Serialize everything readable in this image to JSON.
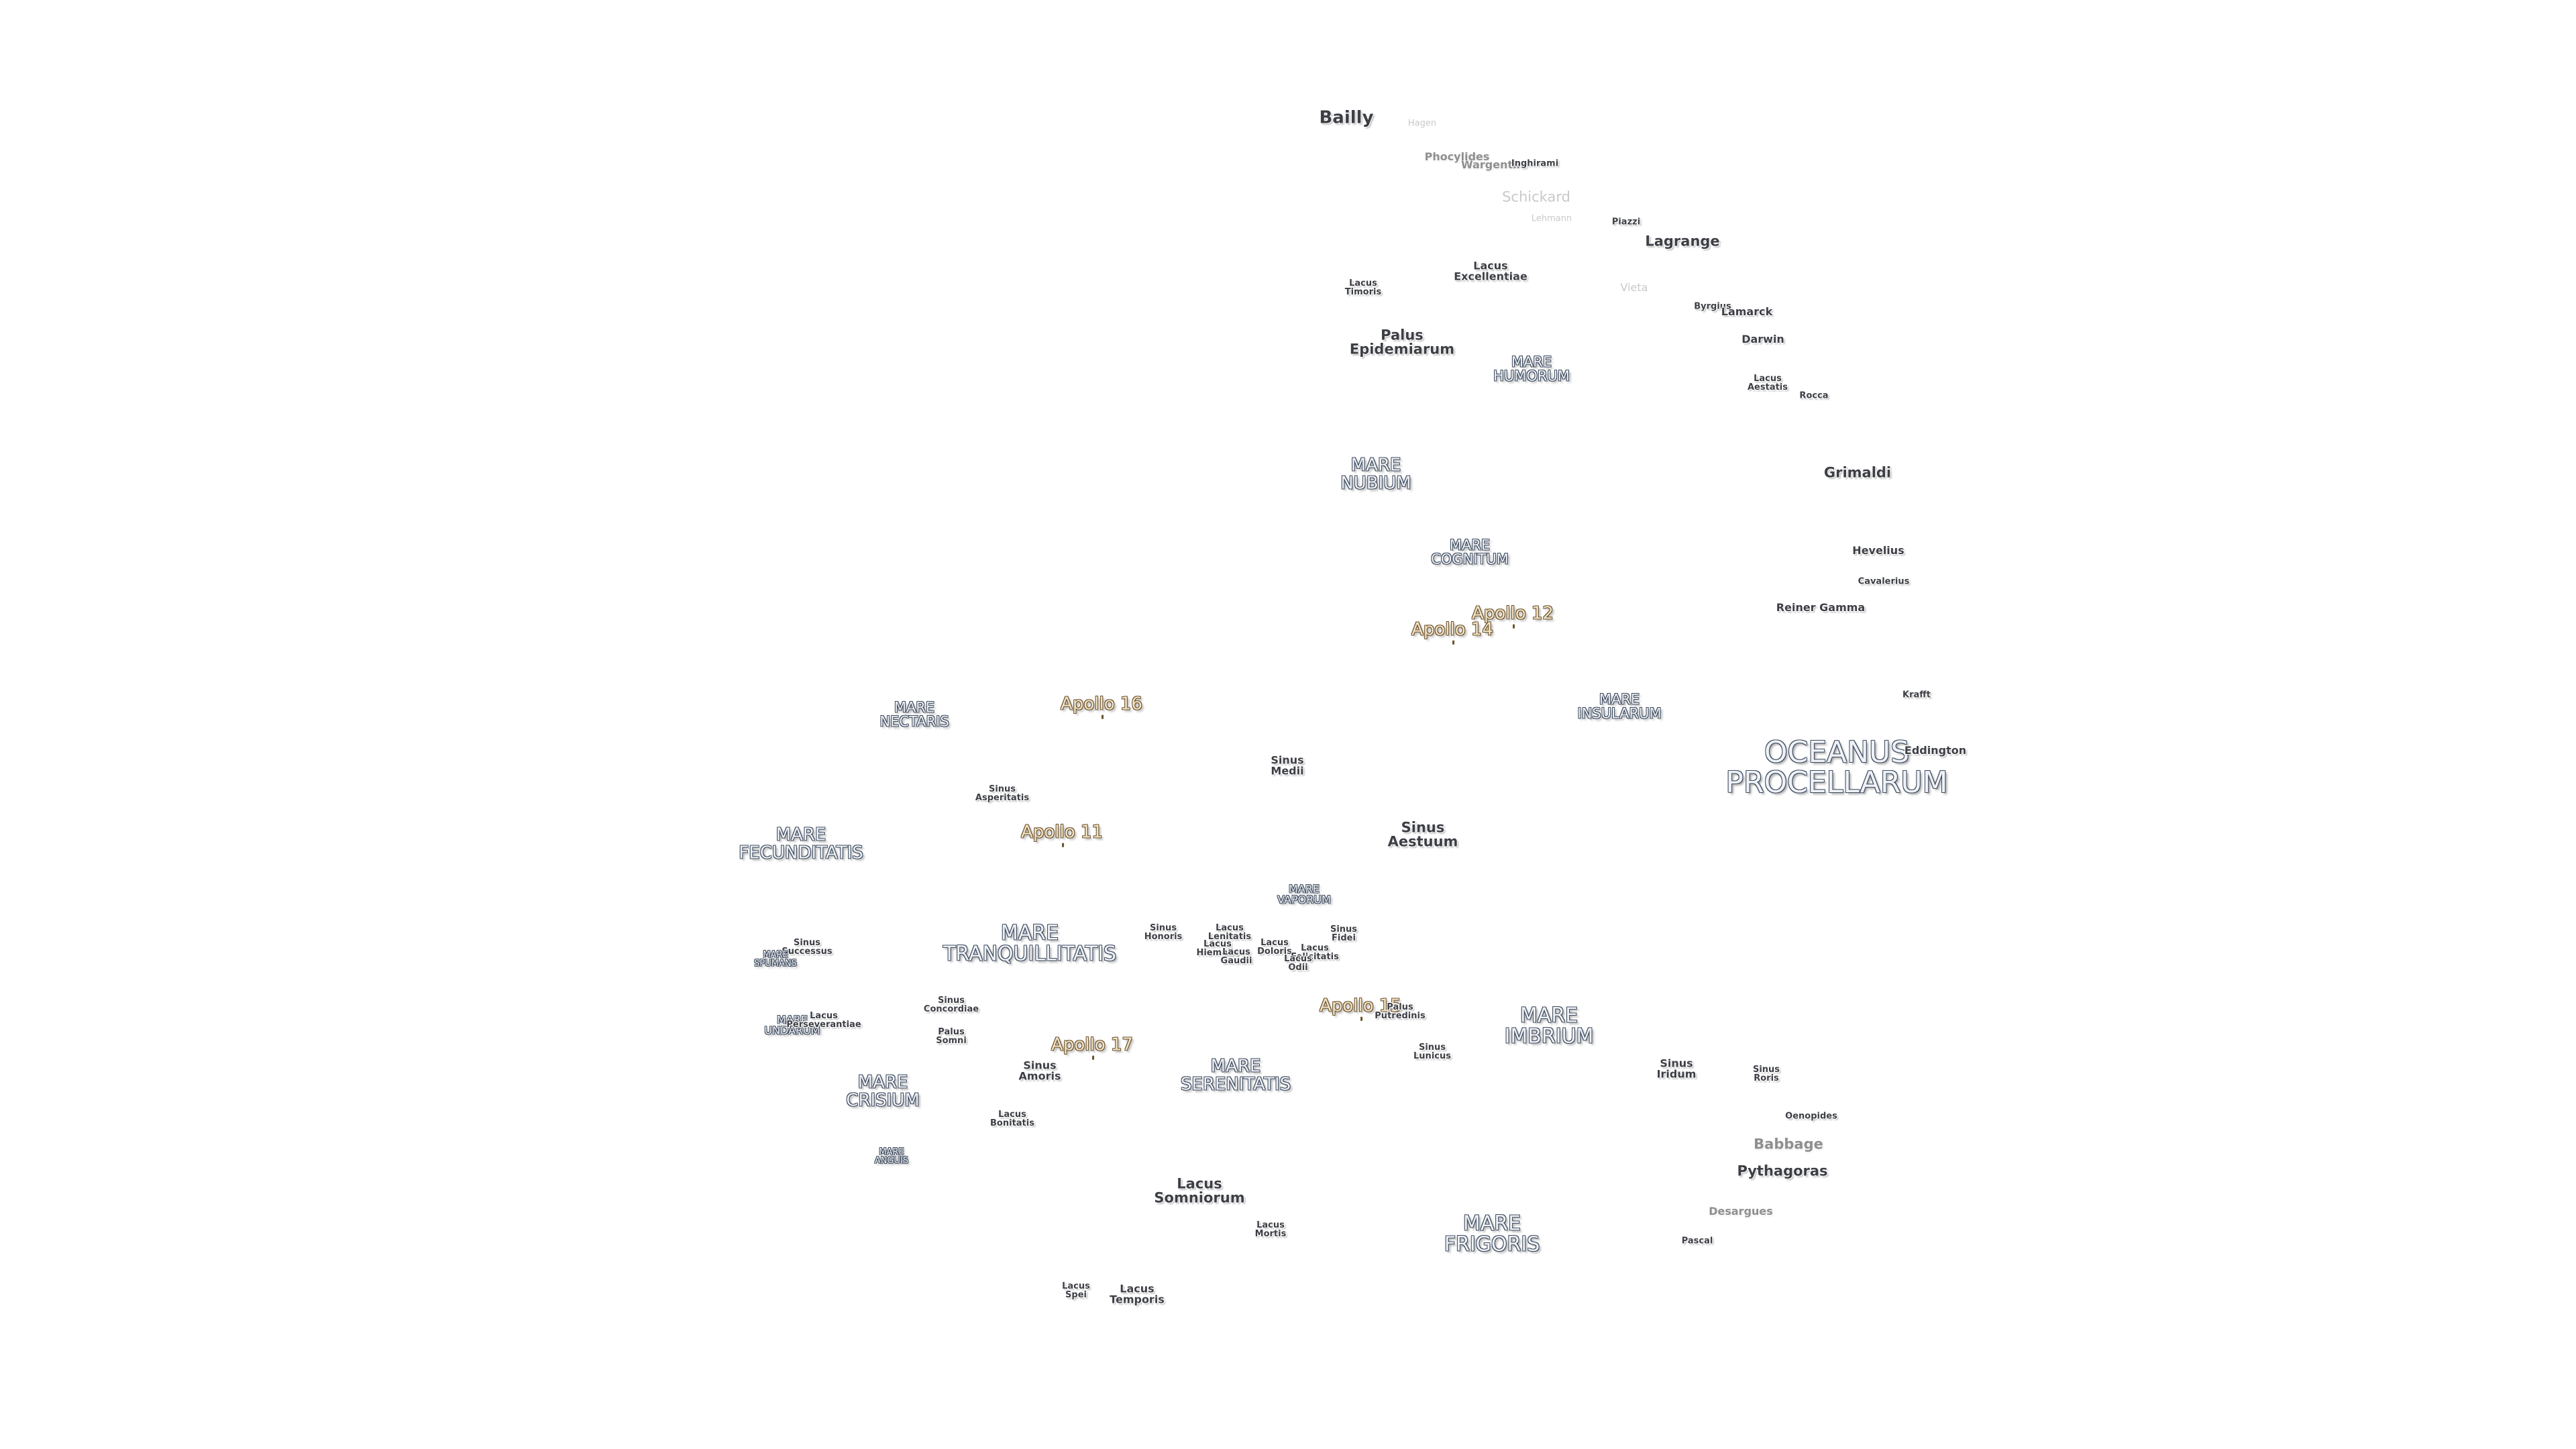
{
  "features": [
    {
      "id": "bailly",
      "text": "Bailly",
      "type": "crater",
      "size": "lg"
    },
    {
      "id": "hagen",
      "text": "Hagen",
      "type": "faint",
      "size": "xs"
    },
    {
      "id": "phocylides",
      "text": "Phocylides",
      "type": "semi",
      "size": "sm"
    },
    {
      "id": "wargentin",
      "text": "Wargentin",
      "type": "semi",
      "size": "sm"
    },
    {
      "id": "inghirami",
      "text": "Inghirami",
      "type": "crater",
      "size": "xs"
    },
    {
      "id": "schickard",
      "text": "Schickard",
      "type": "faint",
      "size": "md"
    },
    {
      "id": "lehmann",
      "text": "Lehmann",
      "type": "faint",
      "size": "xs"
    },
    {
      "id": "piazzi",
      "text": "Piazzi",
      "type": "crater",
      "size": "xs"
    },
    {
      "id": "lagrange",
      "text": "Lagrange",
      "type": "crater",
      "size": "md"
    },
    {
      "id": "lacus-timoris",
      "text": "Lacus\nTimoris",
      "type": "crater",
      "size": "xs"
    },
    {
      "id": "lacus-excellentiae",
      "text": "Lacus\nExcellentiae",
      "type": "crater",
      "size": "sm"
    },
    {
      "id": "vieta",
      "text": "Vieta",
      "type": "faint",
      "size": "sm"
    },
    {
      "id": "byrgius",
      "text": "Byrgius",
      "type": "crater",
      "size": "xs"
    },
    {
      "id": "lamarck",
      "text": "Lamarck",
      "type": "crater",
      "size": "sm"
    },
    {
      "id": "palus-epidemiarum",
      "text": "Palus\nEpidemiarum",
      "type": "crater",
      "size": "md"
    },
    {
      "id": "mare-humorum",
      "text": "MARE\nHUMORUM",
      "type": "mare",
      "size": "md"
    },
    {
      "id": "darwin",
      "text": "Darwin",
      "type": "crater",
      "size": "sm"
    },
    {
      "id": "lacus-aestatis",
      "text": "Lacus\nAestatis",
      "type": "crater",
      "size": "xs"
    },
    {
      "id": "rocca",
      "text": "Rocca",
      "type": "crater",
      "size": "xs"
    },
    {
      "id": "mare-nubium",
      "text": "MARE\nNUBIUM",
      "type": "mare",
      "size": "lg"
    },
    {
      "id": "grimaldi",
      "text": "Grimaldi",
      "type": "crater",
      "size": "md"
    },
    {
      "id": "mare-cognitum",
      "text": "MARE\nCOGNITUM",
      "type": "mare",
      "size": "md"
    },
    {
      "id": "hevelius",
      "text": "Hevelius",
      "type": "crater",
      "size": "sm"
    },
    {
      "id": "cavalerius",
      "text": "Cavalerius",
      "type": "crater",
      "size": "xs"
    },
    {
      "id": "apollo-12",
      "text": "Apollo 12",
      "type": "apollo",
      "size": "lg"
    },
    {
      "id": "reiner-gamma",
      "text": "Reiner Gamma",
      "type": "crater",
      "size": "sm"
    },
    {
      "id": "apollo-14",
      "text": "Apollo 14",
      "type": "apollo",
      "size": "lg"
    },
    {
      "id": "krafft",
      "text": "Krafft",
      "type": "crater",
      "size": "xs"
    },
    {
      "id": "mare-nectaris",
      "text": "MARE\nNECTARIS",
      "type": "mare",
      "size": "md"
    },
    {
      "id": "apollo-16",
      "text": "Apollo 16",
      "type": "apollo",
      "size": "lg"
    },
    {
      "id": "mare-insularum",
      "text": "MARE\nINSULARUM",
      "type": "mare",
      "size": "md"
    },
    {
      "id": "oceanus-procellarum",
      "text": "OCEANUS\nPROCELLARUM",
      "type": "mare",
      "size": "xxl"
    },
    {
      "id": "eddington",
      "text": "Eddington",
      "type": "crater",
      "size": "sm"
    },
    {
      "id": "sinus-medii",
      "text": "Sinus\nMedii",
      "type": "crater",
      "size": "sm"
    },
    {
      "id": "sinus-asperitatis",
      "text": "Sinus\nAsperitatis",
      "type": "crater",
      "size": "xs"
    },
    {
      "id": "mare-fecunditatis",
      "text": "MARE\nFECUNDITATIS",
      "type": "mare",
      "size": "lg"
    },
    {
      "id": "apollo-11",
      "text": "Apollo 11",
      "type": "apollo",
      "size": "lg"
    },
    {
      "id": "sinus-aestuum",
      "text": "Sinus\nAestuum",
      "type": "crater",
      "size": "md"
    },
    {
      "id": "mare-vaporum",
      "text": "MARE\nVAPORUM",
      "type": "mare",
      "size": "sm"
    },
    {
      "id": "mare-tranquillitatis",
      "text": "MARE\nTRANQUILLITATIS",
      "type": "mare",
      "size": "xl"
    },
    {
      "id": "sinus-honoris",
      "text": "Sinus\nHonoris",
      "type": "crater",
      "size": "xs"
    },
    {
      "id": "lacus-lenitatis",
      "text": "Lacus\nLenitatis",
      "type": "crater",
      "size": "xs"
    },
    {
      "id": "lacus-hiemalis",
      "text": "Lacus\nHiemalis",
      "type": "crater",
      "size": "xs"
    },
    {
      "id": "lacus-gaudii",
      "text": "Lacus\nGaudii",
      "type": "crater",
      "size": "xs"
    },
    {
      "id": "lacus-doloris",
      "text": "Lacus\nDoloris",
      "type": "crater",
      "size": "xs"
    },
    {
      "id": "lacus-felicitatis",
      "text": "Lacus\nFelicitatis",
      "type": "crater",
      "size": "xs"
    },
    {
      "id": "lacus-odii",
      "text": "Lacus\nOdii",
      "type": "crater",
      "size": "xs"
    },
    {
      "id": "sinus-fidei",
      "text": "Sinus\nFidei",
      "type": "crater",
      "size": "xs"
    },
    {
      "id": "sinus-successus",
      "text": "Sinus\nSuccessus",
      "type": "crater",
      "size": "xs"
    },
    {
      "id": "mare-spumans",
      "text": "MARE\nSPUMANS",
      "type": "mare",
      "size": "xs"
    },
    {
      "id": "sinus-concordiae",
      "text": "Sinus\nConcordiae",
      "type": "crater",
      "size": "xs"
    },
    {
      "id": "apollo-15",
      "text": "Apollo 15",
      "type": "apollo",
      "size": "lg"
    },
    {
      "id": "palus-putredinis",
      "text": "Palus\nPutredinis",
      "type": "crater",
      "size": "xs"
    },
    {
      "id": "mare-imbrium",
      "text": "MARE\nIMBRIUM",
      "type": "mare",
      "size": "xl"
    },
    {
      "id": "mare-undarum",
      "text": "MARE\nUNDARUM",
      "type": "mare",
      "size": "sm"
    },
    {
      "id": "lacus-perseverantiae",
      "text": "Lacus\nPerseverantiae",
      "type": "crater",
      "size": "xs"
    },
    {
      "id": "palus-somni",
      "text": "Palus\nSomni",
      "type": "crater",
      "size": "xs"
    },
    {
      "id": "apollo-17",
      "text": "Apollo 17",
      "type": "apollo",
      "size": "lg"
    },
    {
      "id": "sinus-lunicus",
      "text": "Sinus\nLunicus",
      "type": "crater",
      "size": "xs"
    },
    {
      "id": "sinus-iridum",
      "text": "Sinus\nIridum",
      "type": "crater",
      "size": "sm"
    },
    {
      "id": "sinus-roris",
      "text": "Sinus\nRoris",
      "type": "crater",
      "size": "xs"
    },
    {
      "id": "sinus-amoris",
      "text": "Sinus\nAmoris",
      "type": "crater",
      "size": "sm"
    },
    {
      "id": "mare-serenitatis",
      "text": "MARE\nSERENITATIS",
      "type": "mare",
      "size": "lg"
    },
    {
      "id": "mare-crisium",
      "text": "MARE\nCRISIUM",
      "type": "mare",
      "size": "lg"
    },
    {
      "id": "oenopides",
      "text": "Oenopides",
      "type": "crater",
      "size": "xs"
    },
    {
      "id": "lacus-bonitatis",
      "text": "Lacus\nBonitatis",
      "type": "crater",
      "size": "xs"
    },
    {
      "id": "babbage",
      "text": "Babbage",
      "type": "semi",
      "size": "md"
    },
    {
      "id": "mare-anguis",
      "text": "MARE\nANGUIS",
      "type": "mare",
      "size": "xs"
    },
    {
      "id": "pythagoras",
      "text": "Pythagoras",
      "type": "crater",
      "size": "md"
    },
    {
      "id": "lacus-somniorum",
      "text": "Lacus\nSomniorum",
      "type": "crater",
      "size": "md"
    },
    {
      "id": "desargues",
      "text": "Desargues",
      "type": "semi",
      "size": "sm"
    },
    {
      "id": "mare-frigoris",
      "text": "MARE\nFRIGORIS",
      "type": "mare",
      "size": "xl"
    },
    {
      "id": "lacus-mortis",
      "text": "Lacus\nMortis",
      "type": "crater",
      "size": "xs"
    },
    {
      "id": "pascal",
      "text": "Pascal",
      "type": "crater",
      "size": "xs"
    },
    {
      "id": "lacus-spei",
      "text": "Lacus\nSpei",
      "type": "crater",
      "size": "xs"
    },
    {
      "id": "lacus-temporis",
      "text": "Lacus\nTemporis",
      "type": "crater",
      "size": "sm"
    }
  ]
}
